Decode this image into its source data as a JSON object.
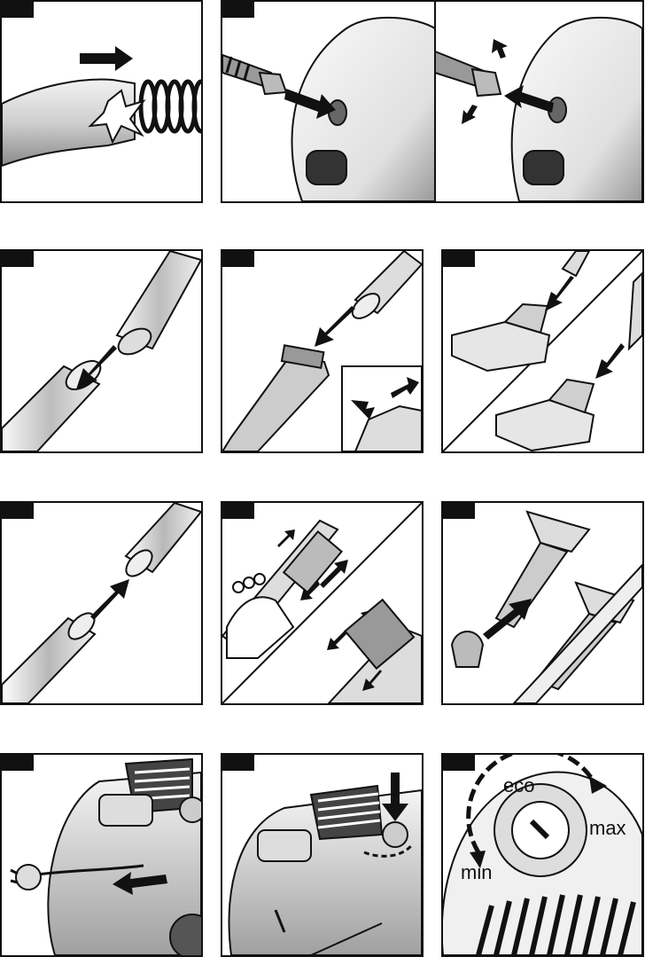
{
  "dial": {
    "eco_label": "eco",
    "max_label": "max",
    "min_label": "min"
  }
}
